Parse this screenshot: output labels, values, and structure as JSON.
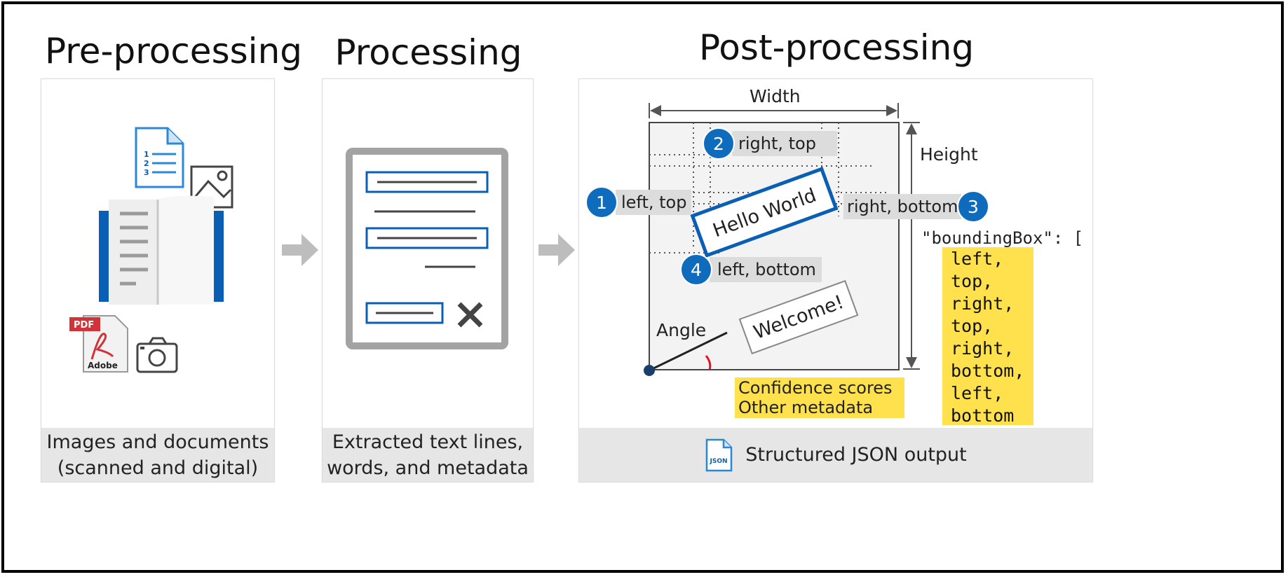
{
  "stages": {
    "pre": {
      "title": "Pre-processing",
      "caption_line1": "Images and documents",
      "caption_line2": "(scanned and digital)",
      "pdf_label": "PDF",
      "adobe_label": "Adobe"
    },
    "processing": {
      "title": "Processing",
      "caption_line1": "Extracted text lines,",
      "caption_line2": "words, and metadata"
    },
    "post": {
      "title": "Post-processing",
      "caption": "Structured JSON output",
      "json_icon_label": "JSON"
    }
  },
  "diagram": {
    "width_label": "Width",
    "height_label": "Height",
    "angle_label": "Angle",
    "hello_text": "Hello World",
    "welcome_text": "Welcome!",
    "corners": [
      {
        "number": "1",
        "label": "left, top"
      },
      {
        "number": "2",
        "label": "right, top"
      },
      {
        "number": "3",
        "label": "right, bottom"
      },
      {
        "number": "4",
        "label": "left, bottom"
      }
    ],
    "metadata_line1": "Confidence scores",
    "metadata_line2": "Other metadata",
    "bounding_box_key": "\"boundingBox\": [",
    "bounding_box_values": [
      "left,",
      "top,",
      "right,",
      "top,",
      "right,",
      "bottom,",
      "left,",
      "bottom"
    ]
  },
  "colors": {
    "accent_blue": "#0a5fb4",
    "badge_blue": "#0f6cbd",
    "highlight_yellow": "#ffe14d",
    "caption_gray": "#e6e6e6",
    "arrow_gray": "#bdbdbd"
  }
}
